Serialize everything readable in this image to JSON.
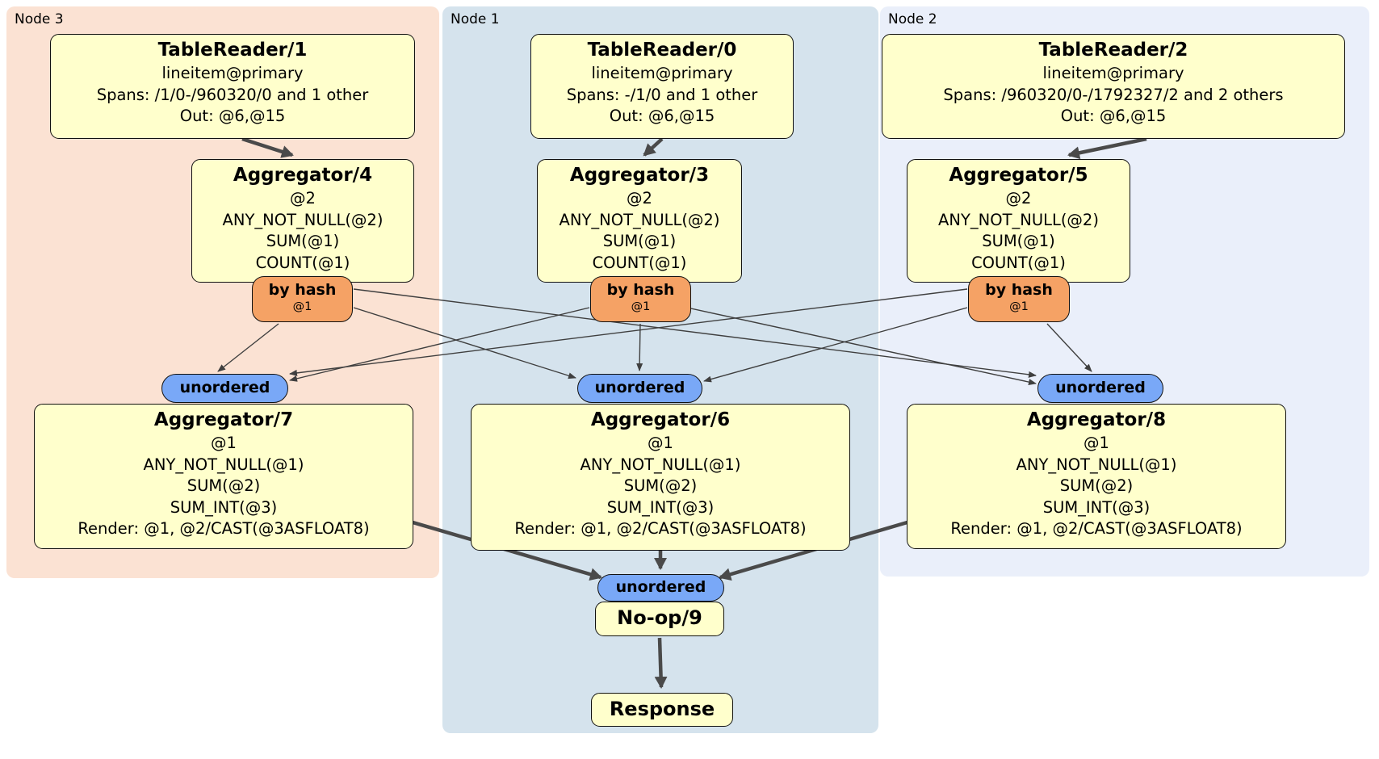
{
  "groups": [
    {
      "label": "Node 3"
    },
    {
      "label": "Node 1"
    },
    {
      "label": "Node 2"
    }
  ],
  "processors": {
    "tr1": {
      "title": "TableReader/1",
      "lines": [
        "lineitem@primary",
        "Spans: /1/0-/960320/0 and 1 other",
        "Out: @6,@15"
      ]
    },
    "tr0": {
      "title": "TableReader/0",
      "lines": [
        "lineitem@primary",
        "Spans: -/1/0 and 1 other",
        "Out: @6,@15"
      ]
    },
    "tr2": {
      "title": "TableReader/2",
      "lines": [
        "lineitem@primary",
        "Spans: /960320/0-/1792327/2 and 2 others",
        "Out: @6,@15"
      ]
    },
    "agg4": {
      "title": "Aggregator/4",
      "lines": [
        "@2",
        "ANY_NOT_NULL(@2)",
        "SUM(@1)",
        "COUNT(@1)"
      ]
    },
    "agg3": {
      "title": "Aggregator/3",
      "lines": [
        "@2",
        "ANY_NOT_NULL(@2)",
        "SUM(@1)",
        "COUNT(@1)"
      ]
    },
    "agg5": {
      "title": "Aggregator/5",
      "lines": [
        "@2",
        "ANY_NOT_NULL(@2)",
        "SUM(@1)",
        "COUNT(@1)"
      ]
    },
    "agg7": {
      "title": "Aggregator/7",
      "lines": [
        "@1",
        "ANY_NOT_NULL(@1)",
        "SUM(@2)",
        "SUM_INT(@3)",
        "Render: @1, @2/CAST(@3ASFLOAT8)"
      ]
    },
    "agg6": {
      "title": "Aggregator/6",
      "lines": [
        "@1",
        "ANY_NOT_NULL(@1)",
        "SUM(@2)",
        "SUM_INT(@3)",
        "Render: @1, @2/CAST(@3ASFLOAT8)"
      ]
    },
    "agg8": {
      "title": "Aggregator/8",
      "lines": [
        "@1",
        "ANY_NOT_NULL(@1)",
        "SUM(@2)",
        "SUM_INT(@3)",
        "Render: @1, @2/CAST(@3ASFLOAT8)"
      ]
    },
    "noop": {
      "title": "No-op/9"
    },
    "response": {
      "title": "Response"
    }
  },
  "routers": {
    "hash3": {
      "label": "by hash",
      "detail": "@1"
    },
    "hash1": {
      "label": "by hash",
      "detail": "@1"
    },
    "hash2": {
      "label": "by hash",
      "detail": "@1"
    }
  },
  "syncs": {
    "sync3": {
      "label": "unordered"
    },
    "sync1": {
      "label": "unordered"
    },
    "sync2": {
      "label": "unordered"
    },
    "syncFinal": {
      "label": "unordered"
    }
  },
  "edges": [
    {
      "from": "tablereader-1",
      "to": "aggregator-4"
    },
    {
      "from": "tablereader-0",
      "to": "aggregator-3"
    },
    {
      "from": "tablereader-2",
      "to": "aggregator-5"
    },
    {
      "from": "hash-router-3",
      "to": "sync-3"
    },
    {
      "from": "hash-router-3",
      "to": "sync-1"
    },
    {
      "from": "hash-router-3",
      "to": "sync-2"
    },
    {
      "from": "hash-router-1",
      "to": "sync-3"
    },
    {
      "from": "hash-router-1",
      "to": "sync-1"
    },
    {
      "from": "hash-router-1",
      "to": "sync-2"
    },
    {
      "from": "hash-router-2",
      "to": "sync-3"
    },
    {
      "from": "hash-router-2",
      "to": "sync-1"
    },
    {
      "from": "hash-router-2",
      "to": "sync-2"
    },
    {
      "from": "aggregator-7",
      "to": "sync-final"
    },
    {
      "from": "aggregator-6",
      "to": "sync-final"
    },
    {
      "from": "aggregator-8",
      "to": "sync-final"
    },
    {
      "from": "no-op-9",
      "to": "response"
    }
  ],
  "colors": {
    "node3_bg": "#fbe2d3",
    "node1_bg": "#d5e3ed",
    "node2_bg": "#eaeffa",
    "box_fill": "#ffffcc",
    "box_border": "#111111",
    "router_fill": "#f5a265",
    "sync_fill": "#79a8f7",
    "edge_thin": "#3f3f3f",
    "edge_thick": "#4a4a4a"
  }
}
